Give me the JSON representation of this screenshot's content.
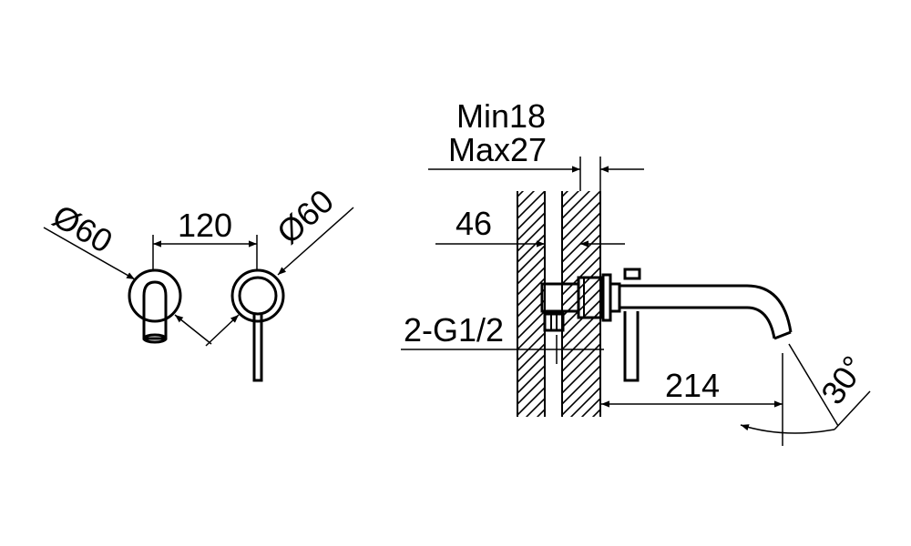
{
  "diagram": {
    "front_view": {
      "left_diameter": "Ø60",
      "spacing": "120",
      "right_diameter": "Ø60"
    },
    "side_view": {
      "wall_min": "Min18",
      "wall_max": "Max27",
      "depth": "46",
      "connection": "2-G1/2",
      "spout_length": "214",
      "spout_angle": "30°"
    },
    "colors": {
      "line": "#000000",
      "background": "#ffffff"
    }
  }
}
